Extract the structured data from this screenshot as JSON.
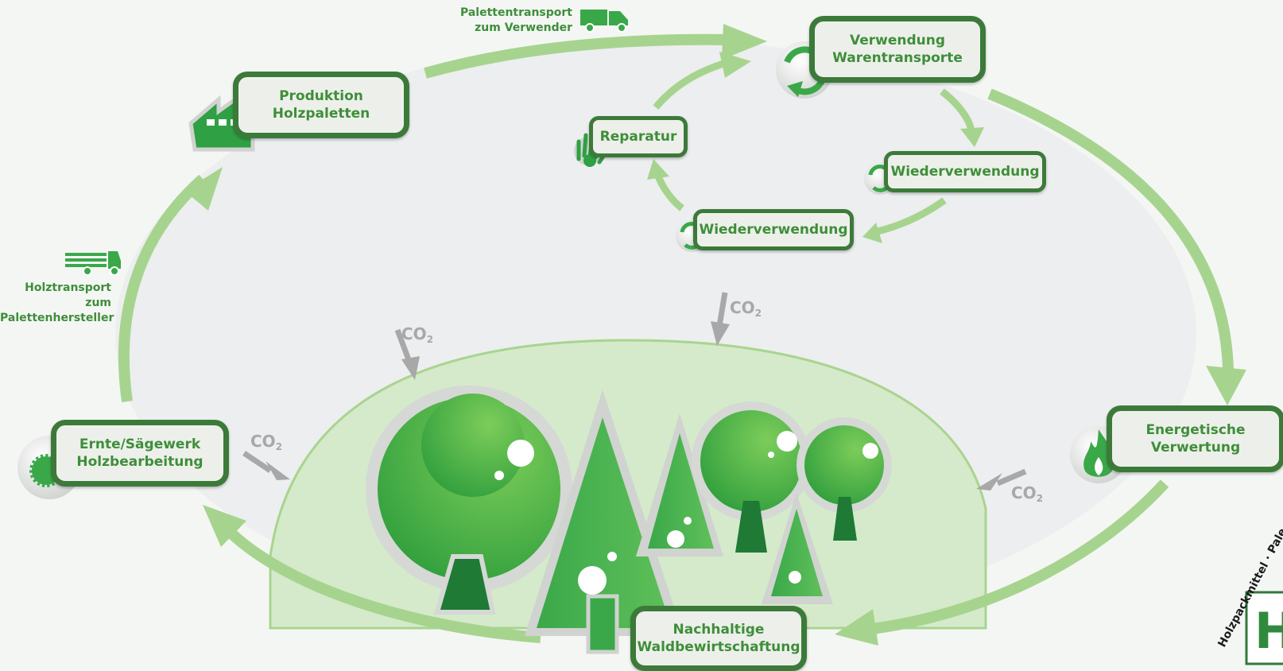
{
  "nodes": {
    "production": [
      "Produktion",
      "Holzpaletten"
    ],
    "use": [
      "Verwendung",
      "Warentransporte"
    ],
    "repair": "Reparatur",
    "reuse_right": "Wiederverwendung",
    "reuse_left": "Wiederverwendung",
    "energy": [
      "Energetische",
      "Verwertung"
    ],
    "forestry": [
      "Nachhaltige",
      "Waldbewirtschaftung"
    ],
    "harvest": [
      "Ernte/Sägewerk",
      "Holzbearbeitung"
    ]
  },
  "transport_labels": {
    "pallet_transport": [
      "Palettentransport",
      "zum Verwender"
    ],
    "wood_transport": [
      "Holztransport zum",
      "Palettenhersteller"
    ]
  },
  "co2": {
    "text": "CO",
    "sub": "2"
  },
  "logo": {
    "arc_text": "Holzpackmittel · Pale",
    "letter": "H"
  },
  "icons": [
    "factory-icon",
    "truck-icon",
    "recycle-icon",
    "hand-icon",
    "flame-icon",
    "saw-icon",
    "tree-icon"
  ],
  "colors": {
    "arrow": "#a6d48e",
    "box_border": "#3c7a3a",
    "box_fill": "#edf0ea",
    "text_green": "#3e8e3a",
    "co2_gray": "#a8a8a8",
    "forest_fill": "#d5eaca"
  }
}
